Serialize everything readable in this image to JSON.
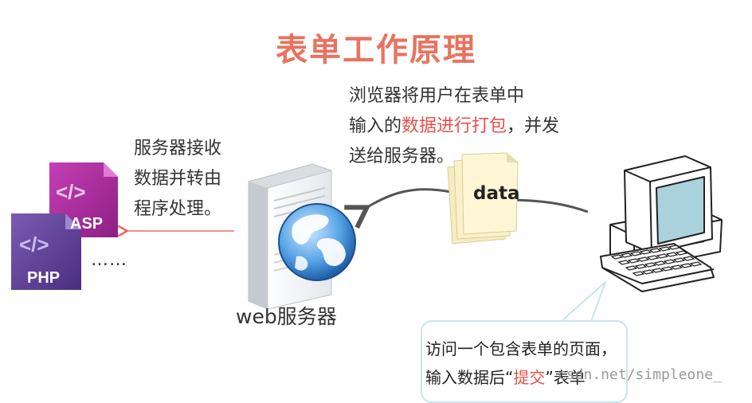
{
  "header": {
    "title": "表单工作原理"
  },
  "browser_note": {
    "line1": "浏览器将用户在表单中",
    "line2_prefix": "输入的",
    "line2_highlight": "数据进行打包",
    "line2_suffix": "，并发",
    "line3": "送给服务器。"
  },
  "server_note": {
    "line1": "服务器接收",
    "line2": "数据并转由",
    "line3": "程序处理。"
  },
  "data_packet": {
    "label": "data"
  },
  "server": {
    "label": "web服务器"
  },
  "programs": {
    "asp": "ASP",
    "php": "PHP",
    "ellipsis": "……",
    "code_glyph": "</>"
  },
  "client_callout": {
    "line1": "访问一个包含表单的页面，",
    "line2_prefix": "输入数据后“",
    "line2_highlight": "提交",
    "line2_suffix": "”表单"
  },
  "watermark": {
    "text": "csdn.net/simpleone_"
  },
  "colors": {
    "title": "#e8735f",
    "highlight": "#e8504a",
    "arrow_red": "#e76a62",
    "arrow_gray": "#555555",
    "asp_tag": "#b12fa0",
    "php_tag": "#5a3a8f",
    "packet": "#fff6d6"
  }
}
